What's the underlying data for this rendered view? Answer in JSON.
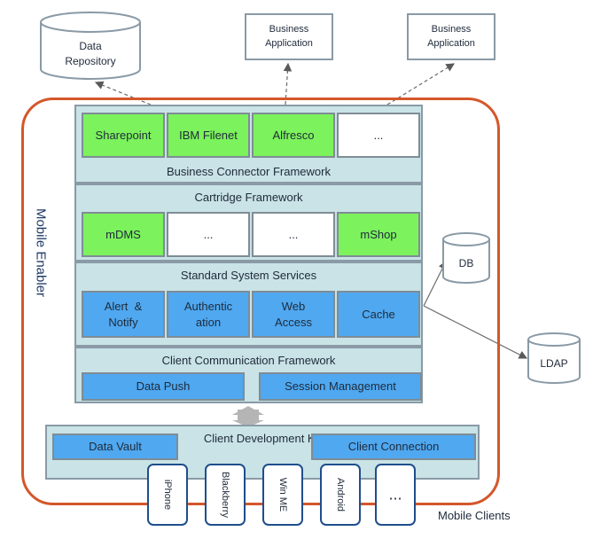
{
  "mobile_enabler_label": "Mobile Enabler",
  "data_repository": {
    "line1": "Data",
    "line2": "Repository"
  },
  "business_apps": [
    {
      "line1": "Business",
      "line2": "Application"
    },
    {
      "line1": "Business",
      "line2": "Application"
    }
  ],
  "databases": {
    "db": "DB",
    "ldap": "LDAP"
  },
  "business_connector": {
    "title": "Business Connector Framework",
    "items": [
      "Sharepoint",
      "IBM Filenet",
      "Alfresco",
      "..."
    ]
  },
  "cartridge": {
    "title": "Cartridge Framework",
    "items": [
      "mDMS",
      "...",
      "...",
      "mShop"
    ]
  },
  "standard_services": {
    "title": "Standard System Services",
    "items": [
      {
        "line1": "Alert  &",
        "line2": "Notify"
      },
      {
        "line1": "Authentic",
        "line2": "ation"
      },
      {
        "line1": "Web",
        "line2": "Access"
      },
      {
        "line1": "Cache",
        "line2": ""
      }
    ]
  },
  "client_comm": {
    "title": "Client Communication Framework",
    "items": [
      "Data Push",
      "Session Management"
    ]
  },
  "client_kit": {
    "title": "Client Development Kit",
    "left": "Data Vault",
    "right": "Client Connection"
  },
  "devices": [
    "iPhone",
    "Blackberry",
    "Win ME",
    "Android",
    "..."
  ],
  "mobile_clients_label": "Mobile Clients",
  "colors": {
    "outer_border": "#d4572b",
    "panel": "#c9e3e6",
    "green": "#7cf25c",
    "blue": "#4fa8f0",
    "device_border": "#1f4e8c"
  }
}
